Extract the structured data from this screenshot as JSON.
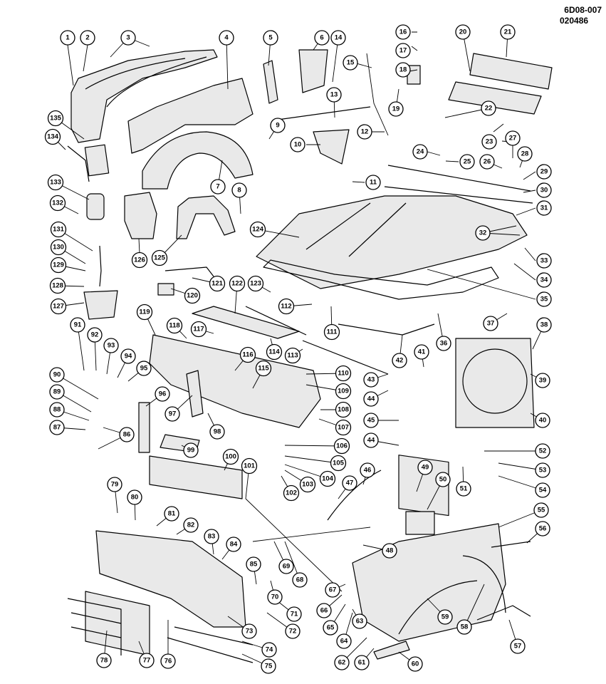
{
  "drawing_code": "6D08-007",
  "drawing_date": "020486",
  "callouts": [
    "1",
    "2",
    "3",
    "4",
    "5",
    "6",
    "14",
    "16",
    "17",
    "18",
    "19",
    "20",
    "21",
    "15",
    "13",
    "12",
    "22",
    "23",
    "27",
    "28",
    "24",
    "25",
    "26",
    "29",
    "30",
    "31",
    "32",
    "33",
    "34",
    "35",
    "9",
    "10",
    "11",
    "8",
    "7",
    "135",
    "134",
    "133",
    "132",
    "126",
    "125",
    "124",
    "131",
    "130",
    "129",
    "128",
    "127",
    "121",
    "120",
    "122",
    "123",
    "112",
    "111",
    "36",
    "37",
    "38",
    "119",
    "118",
    "117",
    "114",
    "113",
    "116",
    "115",
    "42",
    "41",
    "39",
    "40",
    "91",
    "92",
    "93",
    "94",
    "95",
    "90",
    "89",
    "88",
    "87",
    "86",
    "96",
    "97",
    "98",
    "110",
    "109",
    "108",
    "107",
    "43",
    "44",
    "45",
    "99",
    "100",
    "106",
    "105",
    "104",
    "103",
    "102",
    "101",
    "44",
    "52",
    "53",
    "51",
    "54",
    "49",
    "50",
    "46",
    "47",
    "79",
    "80",
    "81",
    "82",
    "83",
    "84",
    "48",
    "55",
    "56",
    "69",
    "68",
    "85",
    "70",
    "71",
    "72",
    "67",
    "66",
    "65",
    "64",
    "63",
    "62",
    "61",
    "60",
    "59",
    "58",
    "57",
    "73",
    "74",
    "75",
    "76",
    "77",
    "78"
  ]
}
